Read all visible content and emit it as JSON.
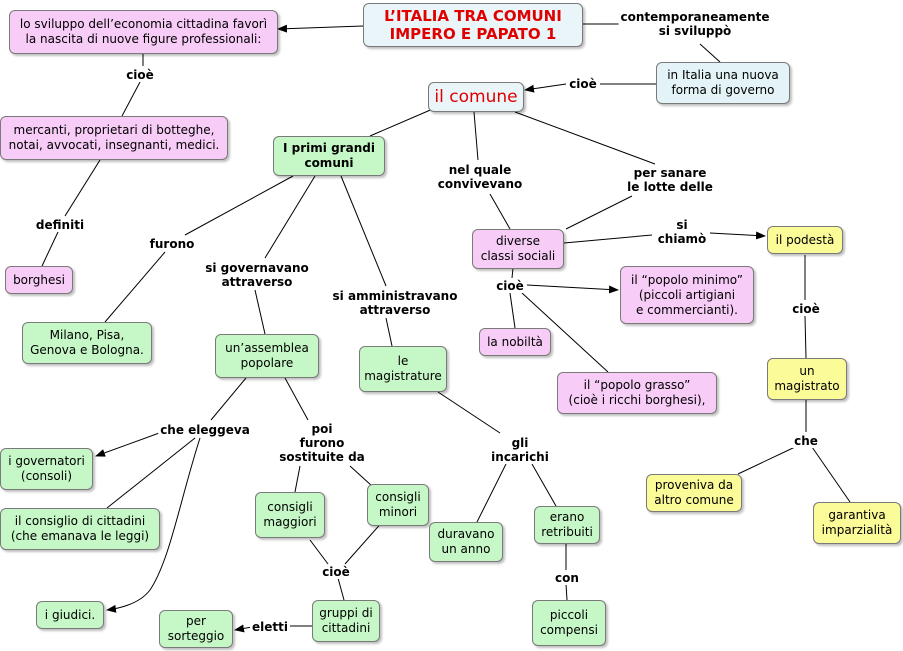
{
  "nodes": {
    "title": "L’ITALIA TRA COMUNI\nIMPERO E PAPATO 1",
    "nuove_figure": "lo sviluppo dell’economia cittadina  favorì\nla nascita di nuove figure professionali:",
    "in_italia": "in Italia  una nuova\nforma di governo",
    "il_comune": "il comune",
    "mercanti": "mercanti, proprietari di botteghe,\nnotai, avvocati, insegnanti, medici.",
    "primi_comuni": "I primi grandi\ncomuni",
    "borghesi": "borghesi",
    "milano": "Milano, Pisa,\nGenova e Bologna.",
    "assemblea": "un’assemblea\npopolare",
    "magistrature": "le\nmagistrature",
    "governatori": "i governatori\n(consoli)",
    "consiglio_cittadini": "il consiglio di cittadini\n(che emanava le leggi)",
    "giudici": "i giudici.",
    "consigli_maggiori": "consigli\nmaggiori",
    "consigli_minori": "consigli\nminori",
    "sorteggio": "per\nsorteggio",
    "gruppi": "gruppi di\ncittadini",
    "duravano": "duravano\nun anno",
    "retribuiti": "erano\nretribuiti",
    "compensi": "piccoli\ncompensi",
    "classi_sociali": "diverse\nclassi sociali",
    "popolo_minimo": "il “popolo minimo”\n(piccoli artigiani\ne commercianti).",
    "nobilta": "la nobiltà",
    "popolo_grasso": "il “popolo grasso”\n(cioè i ricchi borghesi),",
    "podesta": "il podestà",
    "magistrato": "un\nmagistrato",
    "altro_comune": "proveniva da\naltro comune",
    "imparzialita": "garantiva\nimparzialità"
  },
  "labels": {
    "contemporaneamente": "contemporaneamente\nsi sviluppò",
    "cioe_comune": "cioè",
    "cioe_mercanti": "cioè",
    "definiti": "definiti",
    "furono": "furono",
    "governavano": "si governavano\nattraverso",
    "amministravano": "si amministravano\nattraverso",
    "nel_quale": "nel quale\nconvivevano",
    "per_sanare": "per sanare\nle lotte delle",
    "si_chiamo": "si\nchiamò",
    "cioe_classi": "cioè",
    "cioe_podesta": "cioè",
    "che": "che",
    "che_eleggeva": "che eleggeva",
    "poi_furono": "poi\nfurono\nsostituite da",
    "gli_incarichi": "gli\nincarichi",
    "cioe_consigli": "cioè",
    "eletti": "eletti",
    "con": "con"
  }
}
